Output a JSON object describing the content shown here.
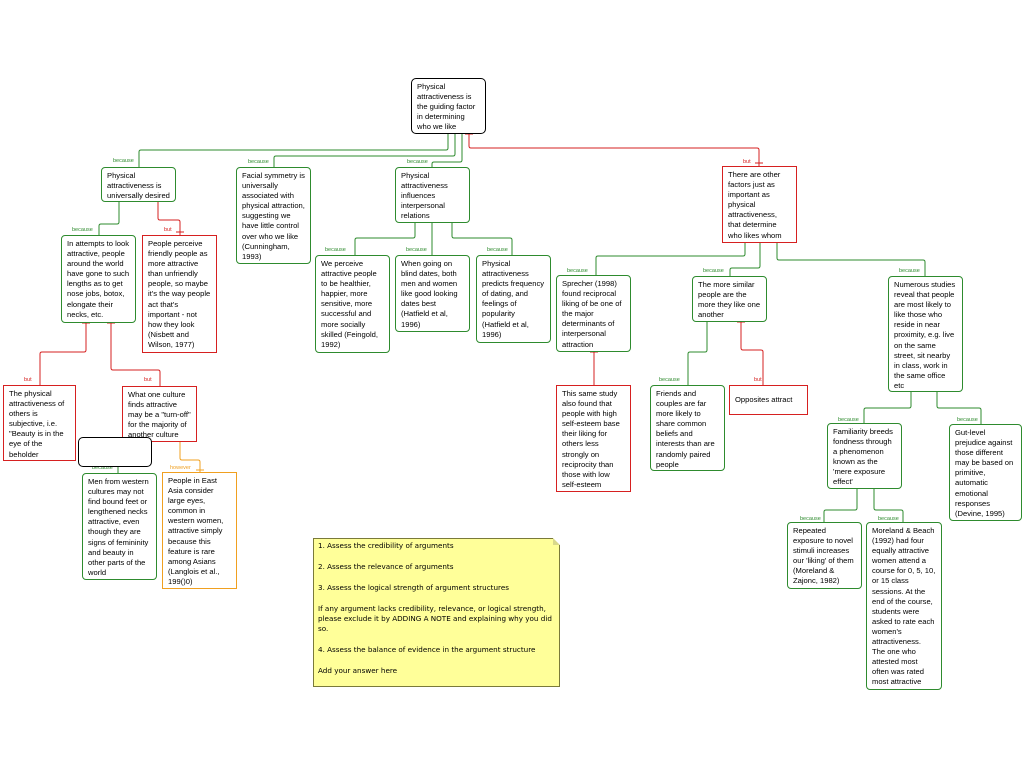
{
  "nodes": {
    "root": "Physical attractiveness is the guiding factor in determining who we like",
    "universal": "Physical attractiveness is universally desired",
    "symmetry": "Facial symmetry is universally associated with physical attraction, suggesting we have little control over who we like (Cunningham, 1993)",
    "influences": "Physical attractiveness influences interpersonal relations",
    "other_factors": "There are other factors just as important as physical attractiveness, that determine who likes whom",
    "lengths": "In attempts to look attractive, people around the world have gone to such lengths as to get nose jobs, botox, elongate their necks, etc.",
    "friendly": "People perceive friendly people as more attractive than unfriendly people, so maybe it's the way people act that's important - not how they look (Nisbett and Wilson, 1977)",
    "perceive": "We perceive attractive people to be healthier, happier, more sensitive, more successful and more socially skilled (Feingold, 1992)",
    "blind": "When going on blind dates, both men and women like good looking dates best (Hatfield et al, 1996)",
    "dating": "Physical attractiveness predicts frequency of dating, and feelings of popularity (Hatfield et al, 1996)",
    "sprecher": "Sprecher (1998) found reciprocal liking of be one of the major determinants of interpersonal attraction",
    "similar": "The more similar people are the more they like one another",
    "proximity": "Numerous studies reveal that people are most likely to like those who reside in near proximity, e.g. live on the same street, sit nearby in class, work in the same office etc",
    "subjective": "The physical attractiveness of others is subjective, i.e. \"Beauty is in the eye of the beholder",
    "culture": "What one culture finds attractive may be a \"turn-off\" for the majority of another culture",
    "self_esteem": "This same study also found that people with high self-esteem base their liking for others less strongly on reciprocity than those with low self-esteem",
    "friends": "Friends and couples are far more likely to share common beliefs and interests than are randomly paired people",
    "opposites": "Opposites attract",
    "familiarity": "Familiarity breeds fondness through a phenomenon known as the 'mere exposure effect'",
    "gut": "Gut-level prejudice against those different may be based on primitive, automatic emotional responses (Devine, 1995)",
    "western": "Men from western cultures may not find bound feet or lengthened necks attractive, even though they are signs of femininity and beauty in other parts of the world",
    "east_asia": "People in East Asia consider large eyes, common in western women, attractive simply because this feature is rare among Asians (Langlois et al., 199()0)",
    "repeated": "Repeated exposure to novel stimuli increases our 'liking' of them (Moreland & Zajonc, 1982)",
    "moreland": "Moreland & Beach (1992) had four equally attractive women attend a course for 0, 5, 10, or 15 class sessions. At the end of the course, students were asked to rate each women's attractiveness. The one who attested most often was rated most attractive",
    "empty_black": ""
  },
  "labels": {
    "because": "because",
    "but": "but",
    "however": "however"
  },
  "note": {
    "line1": "1. Assess the credibility of arguments",
    "line2": "2. Assess the relevance of arguments",
    "line3": "3. Assess the logical strength of argument structures",
    "line4": "If any argument lacks credibility, relevance, or logical strength, please exclude it by ADDING A NOTE and explaining why you did so.",
    "line5": "4. Assess the balance of evidence in the argument structure",
    "line6": "Add your answer here"
  },
  "colors": {
    "support": "#2e8b2e",
    "oppose": "#d62020",
    "qualify": "#f0a020",
    "note_bg": "#ffff99"
  }
}
